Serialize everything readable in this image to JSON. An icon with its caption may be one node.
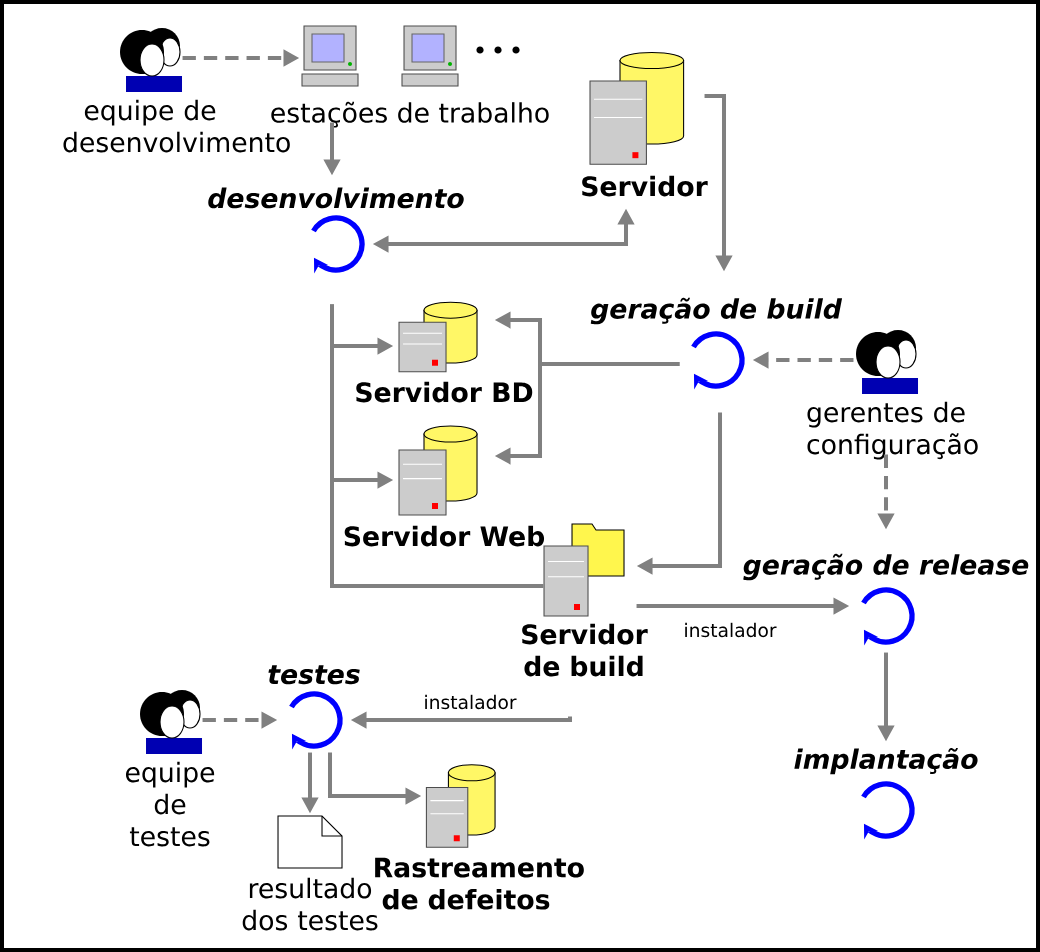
{
  "diagram": {
    "nodes": [
      {
        "text": [
          "equipe de desenvolvimento"
        ]
      },
      {
        "text": [
          "estações de trabalho"
        ]
      },
      {
        "text": [
          "Servidor"
        ]
      },
      {
        "text": [
          "desenvolvimento"
        ]
      },
      {
        "text": [
          "Servidor BD"
        ]
      },
      {
        "text": [
          "Servidor Web"
        ]
      },
      {
        "text": [
          "geração de build"
        ]
      },
      {
        "text": [
          "gerentes de configuração"
        ]
      },
      {
        "text": [
          "Servidor de build"
        ]
      },
      {
        "text": [
          "geração de release"
        ]
      },
      {
        "text": [
          "implantação"
        ]
      },
      {
        "text": [
          "testes"
        ]
      },
      {
        "text": [
          "equipe de testes"
        ]
      },
      {
        "text": [
          "resultado dos testes"
        ]
      },
      {
        "text": [
          "Rastreamento de defeitos"
        ]
      }
    ],
    "edges": [
      {
        "from": 0,
        "to": 1,
        "arrow": "to",
        "style": "dashed"
      },
      {
        "from": 1,
        "to": 3,
        "arrow": "to"
      },
      {
        "from": 3,
        "to": 2,
        "arrow": "both"
      },
      {
        "from": 2,
        "to": 6,
        "arrow": "to"
      },
      {
        "from": 3,
        "to": 4,
        "arrow": "to"
      },
      {
        "from": 3,
        "to": 5,
        "arrow": "to"
      },
      {
        "from": 3,
        "to": 8,
        "arrow": "none"
      },
      {
        "from": 6,
        "to": 4,
        "arrow": "to"
      },
      {
        "from": 6,
        "to": 5,
        "arrow": "to"
      },
      {
        "from": 6,
        "to": 8,
        "arrow": "to"
      },
      {
        "from": 7,
        "to": 6,
        "arrow": "to",
        "style": "dashed"
      },
      {
        "from": 7,
        "to": 9,
        "arrow": "to",
        "style": "dashed"
      },
      {
        "from": 8,
        "to": 9,
        "arrow": "to",
        "label": "instalador"
      },
      {
        "from": 8,
        "to": 11,
        "arrow": "to",
        "label": "instalador"
      },
      {
        "from": 9,
        "to": 10,
        "arrow": "to"
      },
      {
        "from": 12,
        "to": 11,
        "arrow": "to",
        "style": "dashed"
      },
      {
        "from": 11,
        "to": 13,
        "arrow": "to"
      },
      {
        "from": 11,
        "to": 14,
        "arrow": "to"
      }
    ]
  }
}
